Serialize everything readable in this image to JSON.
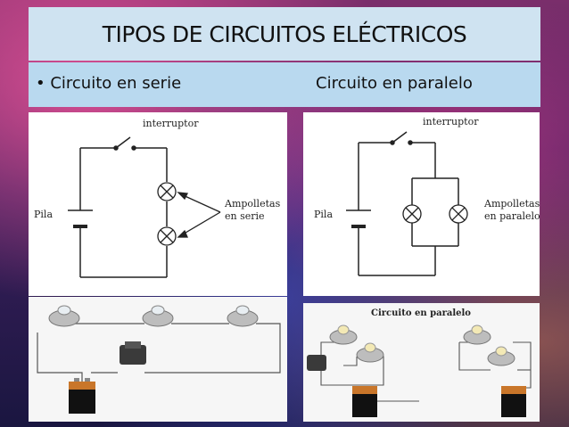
{
  "title": "TIPOS DE CIRCUITOS ELÉCTRICOS",
  "subtitle": {
    "left": "• Circuito en serie",
    "right": "Circuito en paralelo"
  },
  "diagram_serie": {
    "switch_label": "interruptor",
    "battery_label": "Pila",
    "bulbs_label_1": "Ampolletas",
    "bulbs_label_2": "en serie"
  },
  "diagram_paralelo": {
    "switch_label": "interruptor",
    "battery_label": "Pila",
    "bulbs_label_1": "Ampolletas",
    "bulbs_label_2": "en paralelo"
  },
  "photo_paralelo": {
    "caption": "Circuito en paralelo"
  },
  "colors": {
    "title_bg": "#cfe3f1",
    "subtitle_bg": "#b9d9ef"
  }
}
